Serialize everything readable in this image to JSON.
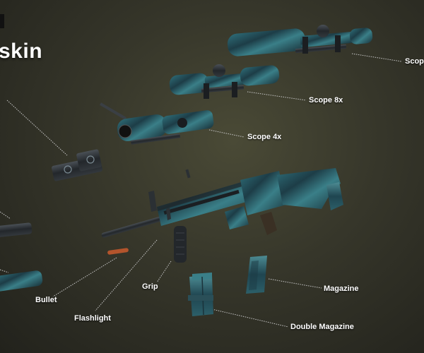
{
  "title": "skin",
  "colors": {
    "background": "#36362a",
    "camo_teal": "#2f6f7a",
    "camo_dark": "#1d3d47",
    "metal_dark": "#2a2e33",
    "leader_line": "#c8c8c8",
    "label_text": "#ffffff",
    "bullet_copper": "#b3542c"
  },
  "parts": [
    {
      "id": "scope-large",
      "label": "Scop"
    },
    {
      "id": "scope-8x",
      "label": "Scope 8x"
    },
    {
      "id": "scope-4x",
      "label": "Scope 4x"
    },
    {
      "id": "red-dot-sight",
      "label": ""
    },
    {
      "id": "rifle-body",
      "label": ""
    },
    {
      "id": "grip",
      "label": "Grip"
    },
    {
      "id": "flashlight",
      "label": "Flashlight"
    },
    {
      "id": "bullet",
      "label": "Bullet"
    },
    {
      "id": "magazine",
      "label": "Magazine"
    },
    {
      "id": "double-magazine",
      "label": "Double Magazine"
    }
  ]
}
